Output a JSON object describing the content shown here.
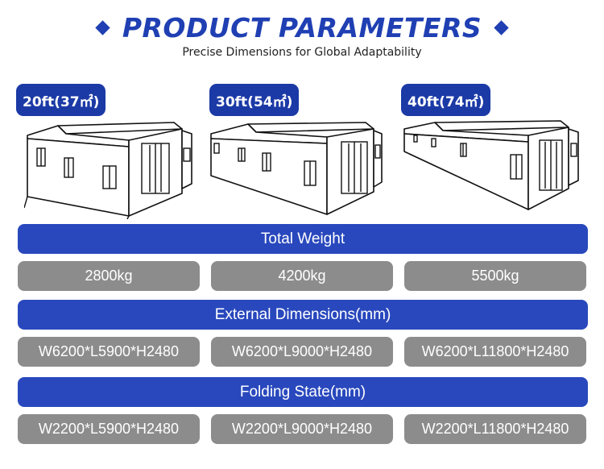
{
  "header": {
    "title": "PRODUCT PARAMETERS",
    "subtitle": "Precise Dimensions for Global Adaptability"
  },
  "colors": {
    "brand_blue": "#1f3fb3",
    "bar_blue": "#2948bd",
    "cell_gray": "#8c8c8c"
  },
  "models": [
    {
      "size": "20ft(37㎡)",
      "image": "expandable-container-house-20ft"
    },
    {
      "size": "30ft(54㎡)",
      "image": "expandable-container-house-30ft"
    },
    {
      "size": "40ft(74㎡)",
      "image": "expandable-container-house-40ft"
    }
  ],
  "sections": [
    {
      "label": "Total Weight",
      "values": [
        "2800kg",
        "4200kg",
        "5500kg"
      ]
    },
    {
      "label": "External Dimensions(mm)",
      "values": [
        "W6200*L5900*H2480",
        "W6200*L9000*H2480",
        "W6200*L11800*H2480"
      ]
    },
    {
      "label": "Folding State(mm)",
      "values": [
        "W2200*L5900*H2480",
        "W2200*L9000*H2480",
        "W2200*L11800*H2480"
      ]
    }
  ]
}
